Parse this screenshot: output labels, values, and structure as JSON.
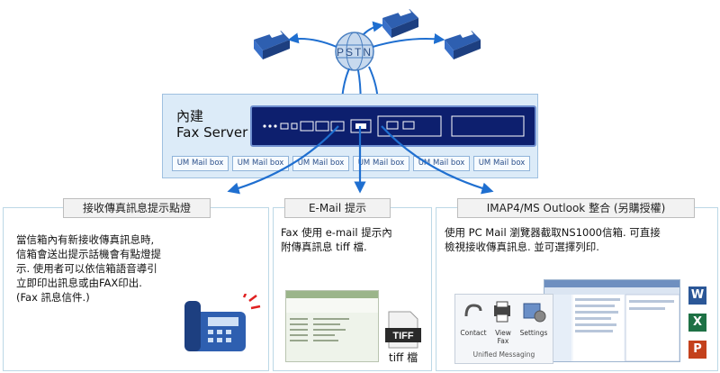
{
  "network": {
    "pstn_label": "PSTN"
  },
  "server": {
    "label_line1": "內建",
    "label_line2": "Fax Server",
    "mailbox_label": "UM Mail box",
    "mailbox_count": 6
  },
  "panels": {
    "lamp": {
      "title": "接收傳真訊息提示點燈",
      "lines": [
        "當信箱內有新接收傳真訊息時,",
        "信箱會送出提示話機會有點燈提",
        "示. 使用者可以依信箱語音導引",
        "立即印出訊息或由FAX印出.",
        "(Fax 訊息信件.)"
      ]
    },
    "email": {
      "title": "E-Mail 提示",
      "lines": [
        "Fax 使用 e-mail 提示內",
        "附傳真訊息 tiff 檔."
      ],
      "tiff_badge": "TIFF",
      "tiff_caption": "tiff 檔"
    },
    "outlook": {
      "title": "IMAP4/MS Outlook 整合 (另購授權)",
      "lines": [
        "使用 PC Mail 瀏覽器截取NS1000信箱. 可直接",
        "檢視接收傳真訊息. 並可選擇列印."
      ],
      "ribbon": {
        "contact": "Contact",
        "view_fax_line1": "View",
        "view_fax_line2": "Fax",
        "settings": "Settings",
        "group_name": "Unified Messaging"
      },
      "office_icons": [
        "W",
        "X",
        "P"
      ]
    }
  },
  "colors": {
    "arrow_blue": "#1f6fd0",
    "server_fill": "#dcebf8",
    "fax_blue": "#2e5fb0"
  }
}
